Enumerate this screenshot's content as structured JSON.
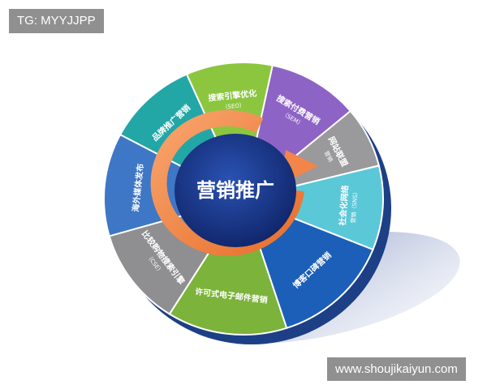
{
  "watermarks": {
    "top_left": "TG: MYYJJPP",
    "bottom_right": "www.shoujikaiyun.com"
  },
  "diagram": {
    "center": "营销推广",
    "segments": [
      {
        "id": "sem",
        "label": "搜索付费营销",
        "sub": "（SEM）",
        "color": "#8e63c6"
      },
      {
        "id": "alliance",
        "label": "网站联盟",
        "sub": "营销",
        "color": "#9a9a9c"
      },
      {
        "id": "sns",
        "label": "社会化网络",
        "sub": "营销（SNS）",
        "color": "#5bc8d8"
      },
      {
        "id": "wom",
        "label": "博客口碑营销",
        "sub": "",
        "color": "#1c5fb8"
      },
      {
        "id": "email",
        "label": "许可式电子邮件营销",
        "sub": "",
        "color": "#7cb33a"
      },
      {
        "id": "cse",
        "label": "比较购物搜索引擎",
        "sub": "（CSE）",
        "color": "#8f8f92"
      },
      {
        "id": "media",
        "label": "海外媒体发布",
        "sub": "",
        "color": "#3e77c5"
      },
      {
        "id": "brand",
        "label": "品牌推广营销",
        "sub": "",
        "color": "#23a6a6"
      },
      {
        "id": "seo",
        "label": "搜索引擎优化",
        "sub": "（SEO）",
        "color": "#8cc63f"
      }
    ],
    "colors": {
      "arrow": "#f2854a",
      "center": "#16307f",
      "shadow": "#8fa0cc"
    }
  }
}
